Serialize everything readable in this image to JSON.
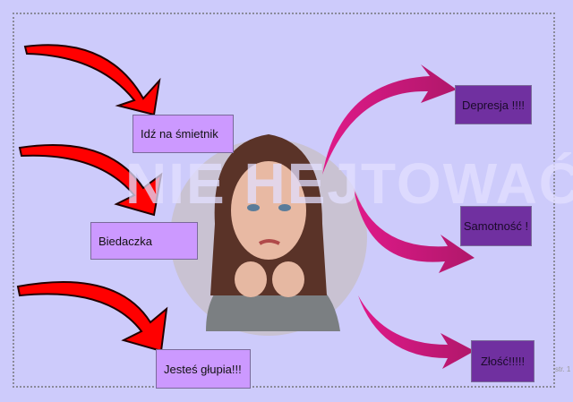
{
  "watermark": "NIE HEJTOWAĆ",
  "left_labels": [
    "Idź na śmietnik",
    "Biedaczka",
    "Jesteś głupia!!!"
  ],
  "right_labels": [
    "Depresja !!!!",
    "Samotność !",
    "Złość!!!!!"
  ],
  "page_number": "str. 1",
  "colors": {
    "background": "#cdcbfb",
    "light_box": "#cc99ff",
    "dark_box": "#7030a0",
    "red_arrow": "#ff0000",
    "pink_arrow": "#d81b7a"
  }
}
